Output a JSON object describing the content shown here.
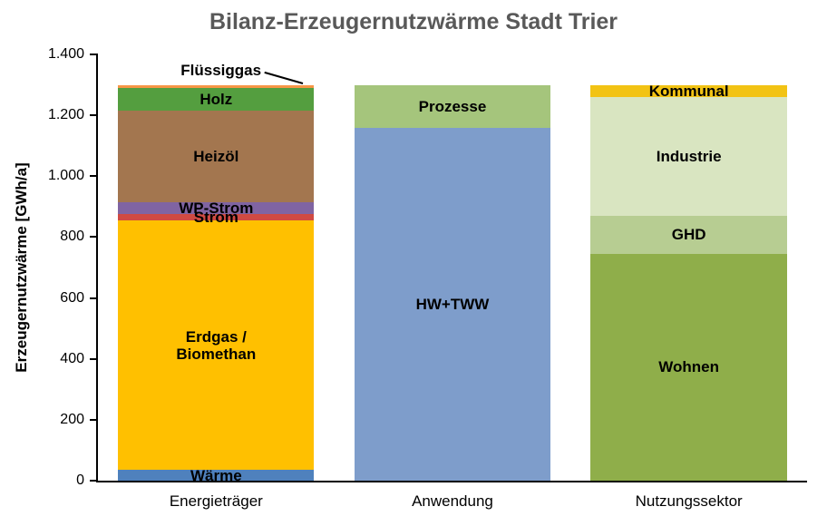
{
  "chart_data": {
    "type": "bar",
    "stacked": true,
    "title": "Bilanz-Erzeugernutzwärme Stadt Trier",
    "ylabel": "Erzeugernutzwärme [GWh/a]",
    "ylim": [
      0,
      1400
    ],
    "ytick_step": 200,
    "ytick_labels": [
      "0",
      "200",
      "400",
      "600",
      "800",
      "1.000",
      "1.200",
      "1.400"
    ],
    "grid": false,
    "legend": "none",
    "categories": [
      "Energieträger",
      "Anwendung",
      "Nutzungssektor"
    ],
    "bars": [
      {
        "category": "Energieträger",
        "total": 1300,
        "segments": [
          {
            "label": "Wärme",
            "value": 35,
            "color": "#4F81BD"
          },
          {
            "label": "Erdgas /\nBiomethan",
            "value": 820,
            "color": "#FFC000"
          },
          {
            "label": "Strom",
            "value": 20,
            "color": "#D04A42"
          },
          {
            "label": "WP-Strom",
            "value": 40,
            "color": "#8064A2"
          },
          {
            "label": "Heizöl",
            "value": 300,
            "color": "#A3764F"
          },
          {
            "label": "Holz",
            "value": 75,
            "color": "#549E3F"
          },
          {
            "label": "Flüssiggas",
            "value": 10,
            "color": "#F79646",
            "callout": true
          }
        ]
      },
      {
        "category": "Anwendung",
        "total": 1300,
        "segments": [
          {
            "label": "HW+TWW",
            "value": 1160,
            "color": "#7E9DCB"
          },
          {
            "label": "Prozesse",
            "value": 140,
            "color": "#A5C57C"
          }
        ]
      },
      {
        "category": "Nutzungssektor",
        "total": 1300,
        "segments": [
          {
            "label": "Wohnen",
            "value": 745,
            "color": "#8FAE4A"
          },
          {
            "label": "GHD",
            "value": 125,
            "color": "#B7CD92"
          },
          {
            "label": "Industrie",
            "value": 390,
            "color": "#D9E5C1"
          },
          {
            "label": "Kommunal",
            "value": 40,
            "color": "#F2C314"
          }
        ]
      }
    ]
  }
}
